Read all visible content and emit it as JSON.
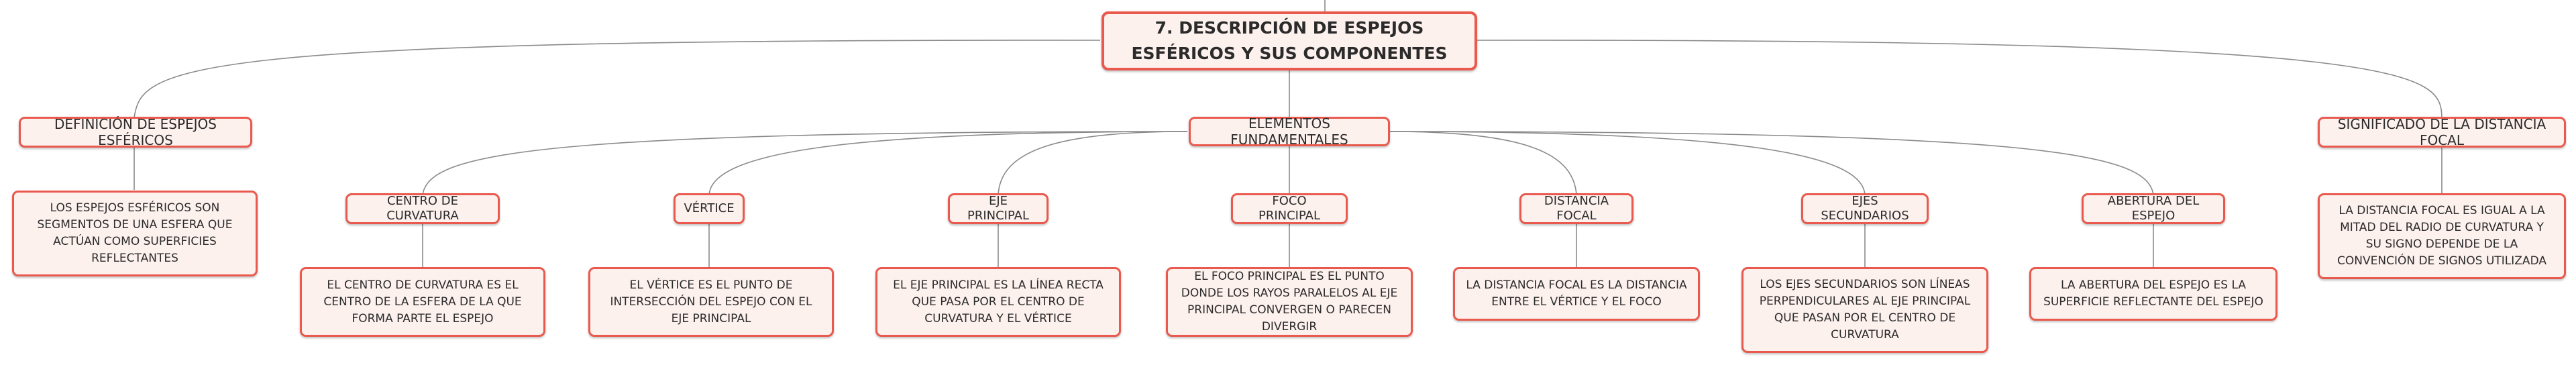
{
  "root": {
    "title": "7. DESCRIPCIÓN DE ESPEJOS ESFÉRICOS Y SUS COMPONENTES"
  },
  "branches": {
    "definicion": {
      "label": "DEFINICIÓN DE ESPEJOS ESFÉRICOS",
      "text": "LOS ESPEJOS ESFÉRICOS SON SEGMENTOS DE UNA ESFERA QUE ACTÚAN COMO SUPERFICIES REFLECTANTES"
    },
    "elementos": {
      "label": "ELEMENTOS FUNDAMENTALES"
    },
    "significado": {
      "label": "SIGNIFICADO DE LA DISTANCIA FOCAL",
      "text": "LA DISTANCIA FOCAL ES IGUAL A LA MITAD DEL RADIO DE CURVATURA Y SU SIGNO DEPENDE DE LA CONVENCIÓN DE SIGNOS UTILIZADA"
    }
  },
  "elements": {
    "centro": {
      "label": "CENTRO DE CURVATURA",
      "text": "EL CENTRO DE CURVATURA ES EL CENTRO DE LA ESFERA DE LA QUE FORMA PARTE EL ESPEJO"
    },
    "vertice": {
      "label": "VÉRTICE",
      "text": "EL VÉRTICE ES EL PUNTO DE INTERSECCIÓN DEL ESPEJO CON EL EJE PRINCIPAL"
    },
    "eje": {
      "label": "EJE PRINCIPAL",
      "text": "EL EJE PRINCIPAL ES LA LÍNEA RECTA QUE PASA POR EL CENTRO DE CURVATURA Y EL VÉRTICE"
    },
    "foco": {
      "label": "FOCO PRINCIPAL",
      "text": "EL FOCO PRINCIPAL ES EL PUNTO DONDE LOS RAYOS PARALELOS AL EJE PRINCIPAL CONVERGEN O PARECEN DIVERGIR"
    },
    "distancia": {
      "label": "DISTANCIA FOCAL",
      "text": "LA DISTANCIA FOCAL ES LA DISTANCIA ENTRE EL VÉRTICE Y EL FOCO"
    },
    "ejes_sec": {
      "label": "EJES SECUNDARIOS",
      "text": "LOS EJES SECUNDARIOS SON LÍNEAS PERPENDICULARES AL EJE PRINCIPAL QUE PASAN POR EL CENTRO DE CURVATURA"
    },
    "abertura": {
      "label": "ABERTURA DEL ESPEJO",
      "text": "LA ABERTURA DEL ESPEJO ES LA SUPERFICIE REFLECTANTE DEL ESPEJO"
    }
  }
}
